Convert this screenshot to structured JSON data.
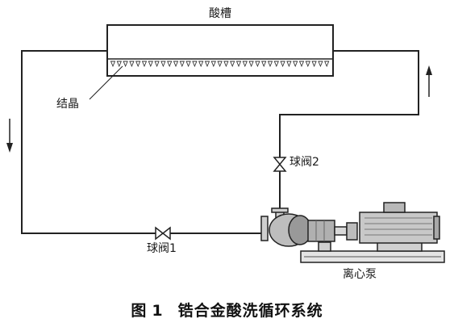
{
  "labels": {
    "tank": "酸槽",
    "crystal": "结晶",
    "valve1": "球阀1",
    "valve2": "球阀2",
    "pump": "离心泵"
  },
  "caption": {
    "prefix": "图",
    "number": "1",
    "title": "锆合金酸洗循环系统"
  }
}
